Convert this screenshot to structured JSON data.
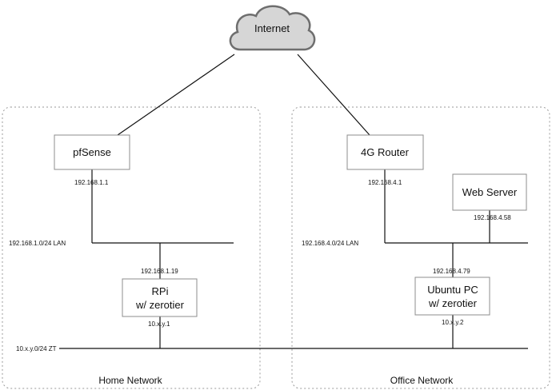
{
  "cloud": {
    "label": "Internet"
  },
  "zones": {
    "home": {
      "label": "Home Network"
    },
    "office": {
      "label": "Office Network"
    }
  },
  "nodes": {
    "pfsense": {
      "label": "pfSense",
      "ip": "192.168.1.1"
    },
    "router4g": {
      "label": "4G Router",
      "ip": "192.168.4.1"
    },
    "webserver": {
      "label": "Web Server",
      "ip": "192.168.4.58"
    },
    "rpi": {
      "line1": "RPi",
      "line2": "w/ zerotier",
      "lan_ip": "192.168.1.19",
      "zt_ip": "10.x.y.1"
    },
    "ubuntu": {
      "line1": "Ubuntu PC",
      "line2": "w/ zerotier",
      "lan_ip": "192.168.4.79",
      "zt_ip": "10.x.y.2"
    }
  },
  "networks": {
    "home_lan": "192.168.1.0/24 LAN",
    "office_lan": "192.168.4.0/24 LAN",
    "zerotier": "10.x.y.0/24 ZT"
  }
}
